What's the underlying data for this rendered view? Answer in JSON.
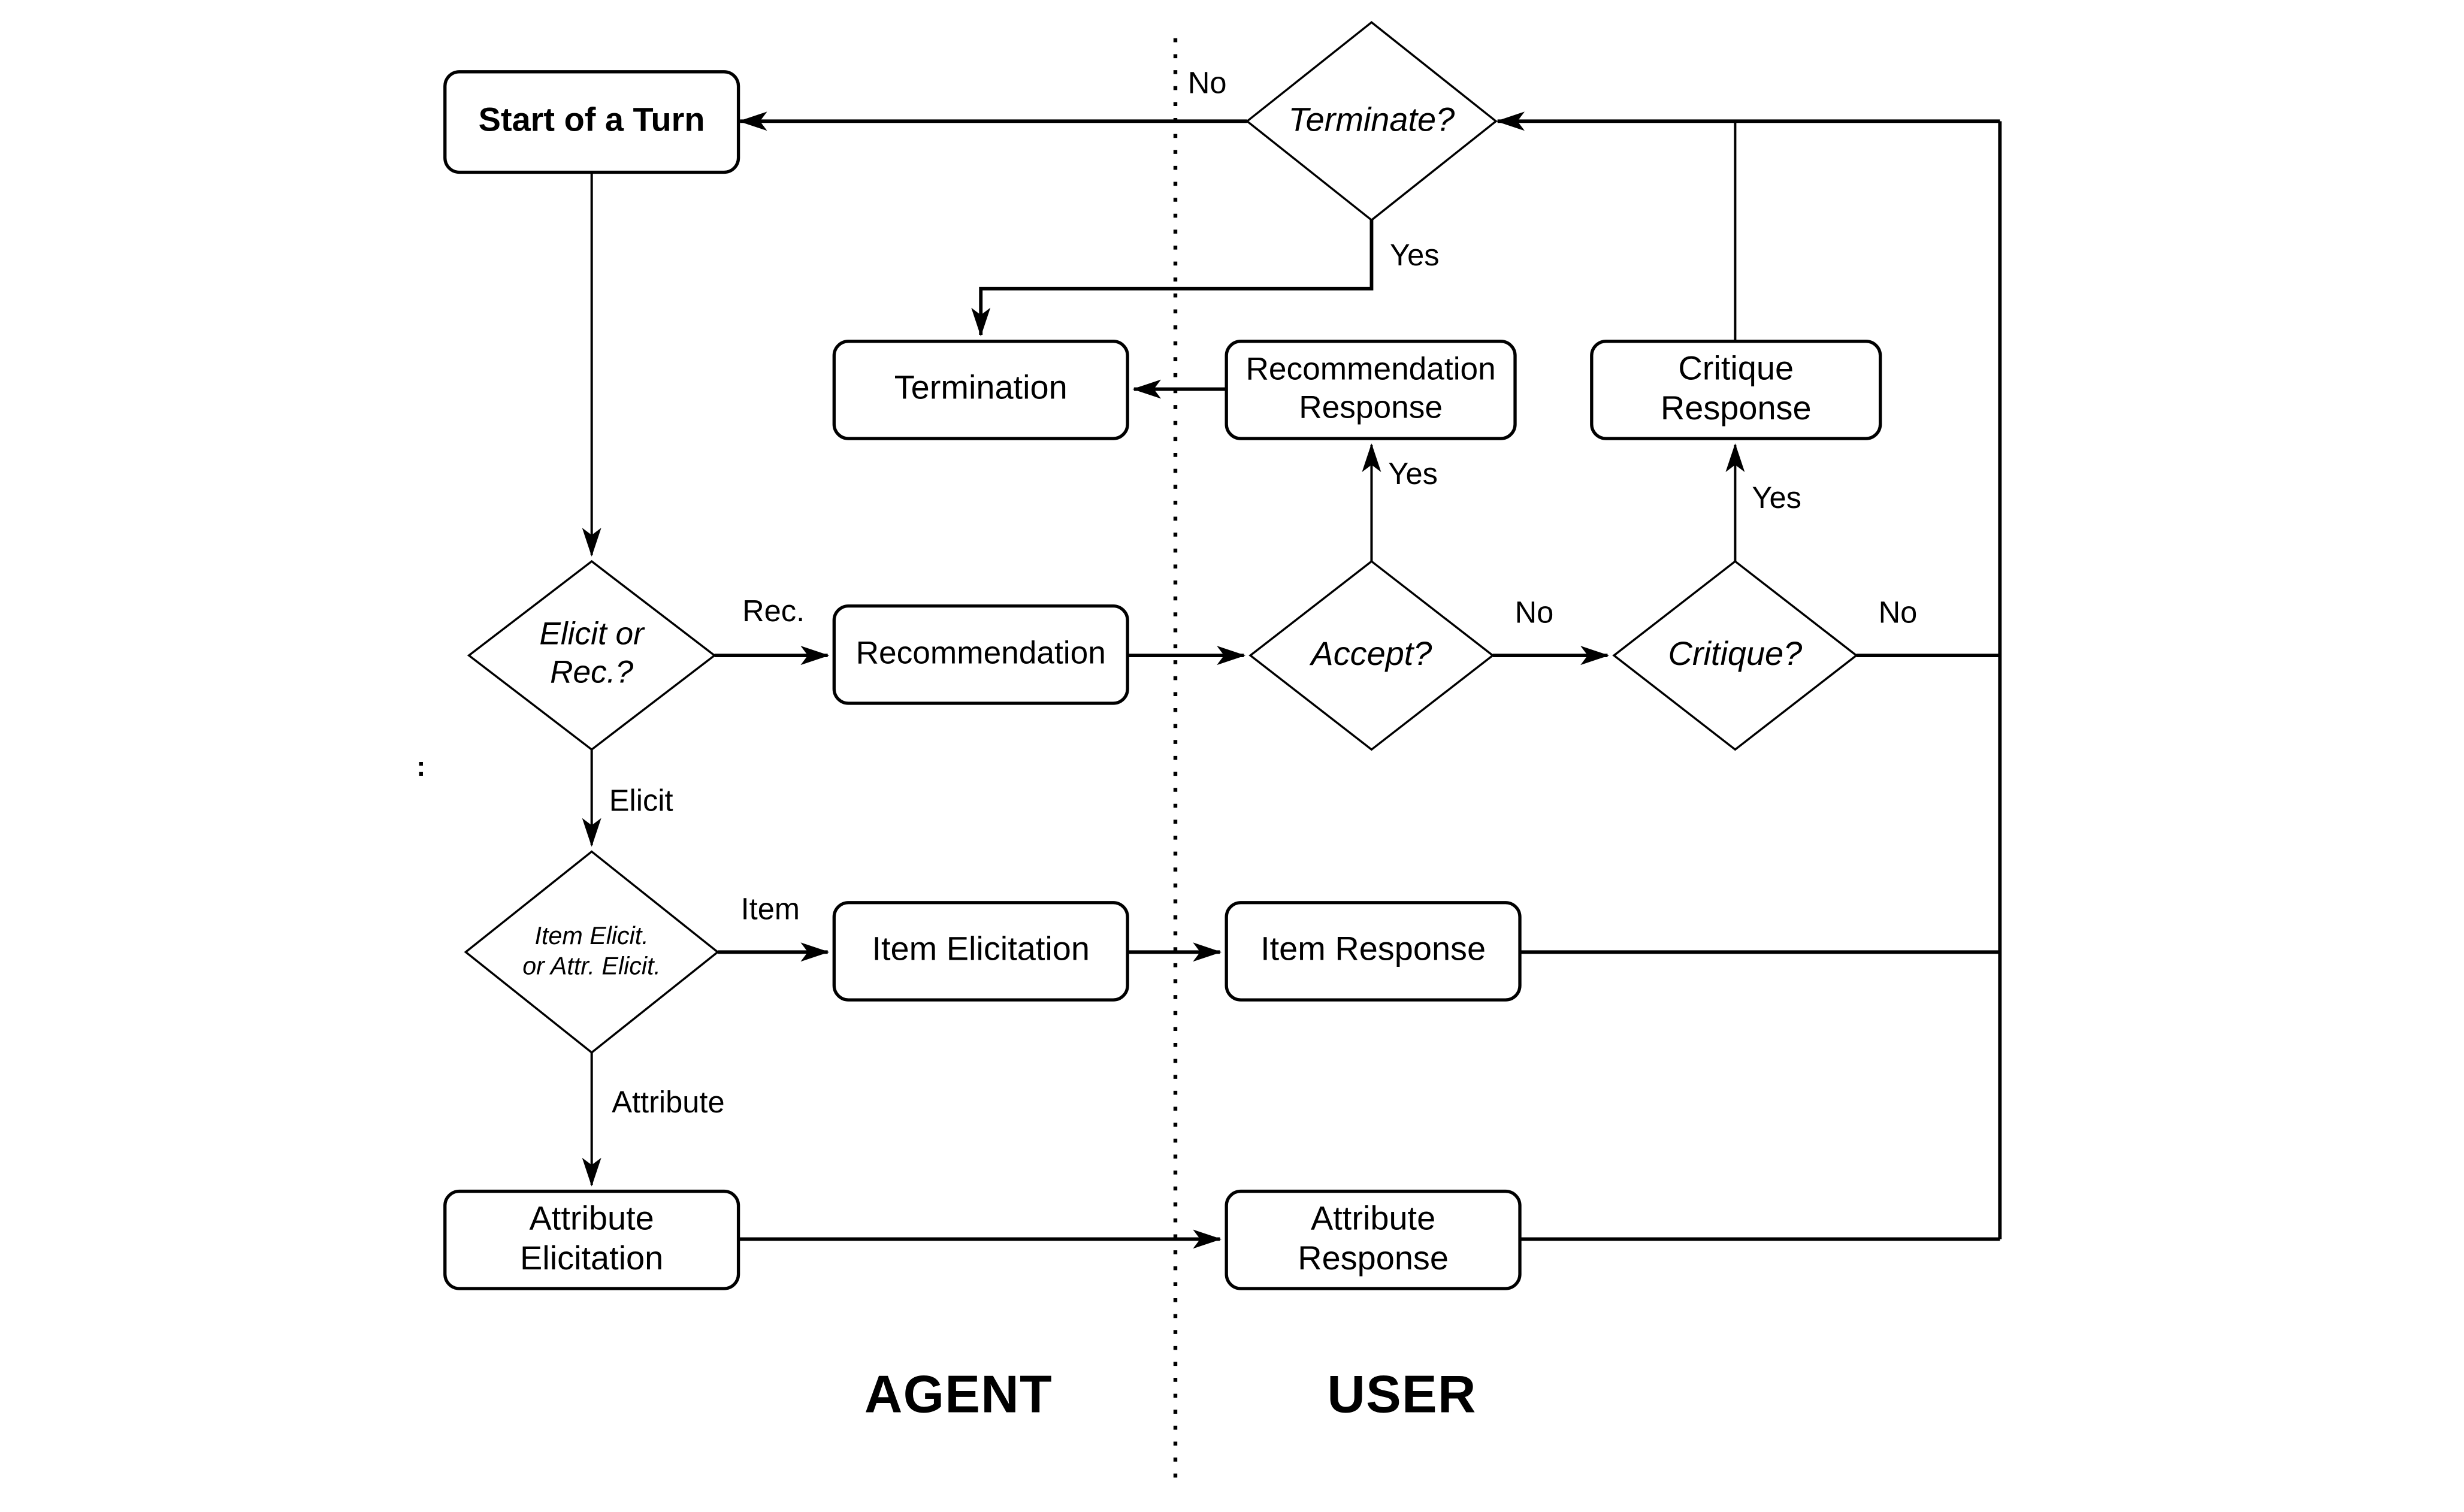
{
  "diagram": {
    "colors": {
      "background": "#ffffff",
      "stroke": "#000000",
      "node_fill": "#ffffff"
    },
    "lanes": {
      "agent": "AGENT",
      "user": "USER"
    },
    "nodes": {
      "start": "Start of a Turn",
      "terminate": "Terminate?",
      "termination": "Termination",
      "recommendation_response": "Recommendation\nResponse",
      "critique_response": "Critique\nResponse",
      "elicit_or_rec": "Elicit or\nRec.?",
      "recommendation": "Recommendation",
      "accept": "Accept?",
      "critique": "Critique?",
      "item_or_attr": "Item Elicit.\nor Attr. Elicit.",
      "item_elicitation": "Item Elicitation",
      "item_response": "Item Response",
      "attribute_elicitation": "Attribute\nElicitation",
      "attribute_response": "Attribute\nResponse"
    },
    "edge_labels": {
      "terminate_no": "No",
      "terminate_yes": "Yes",
      "rec": "Rec.",
      "elicit": "Elicit",
      "accept_no": "No",
      "accept_yes": "Yes",
      "critique_no": "No",
      "critique_yes": "Yes",
      "item": "Item",
      "attribute": "Attribute"
    },
    "stray_mark": ":"
  }
}
